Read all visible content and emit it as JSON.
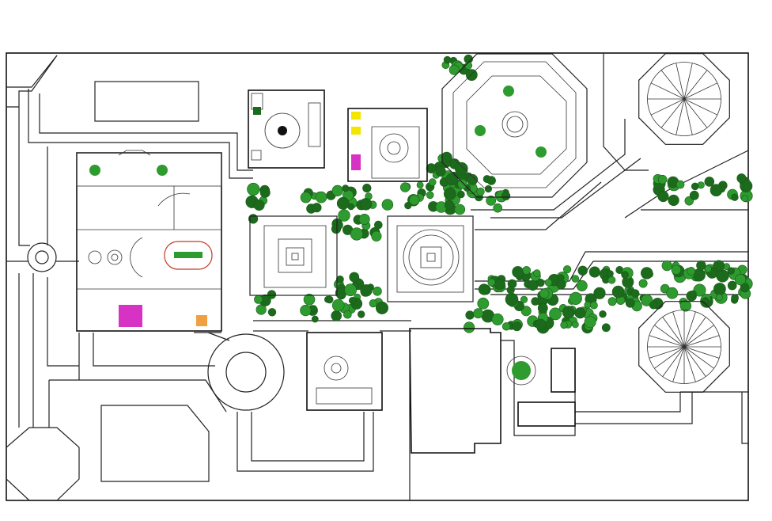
{
  "colors": {
    "background": "#ffffff",
    "line": "#222222",
    "vegetation": "#2e9b2e",
    "vegetation_dark": "#1c6a1c",
    "furniture_red": "#c0392b",
    "fixture_magenta": "#d633c4",
    "fixture_yellow": "#f2e600",
    "accent_orange": "#f0a040"
  },
  "elements": {
    "site_boundary": "site-boundary",
    "planting": "landscape-planting",
    "restaurant": "restaurant-block",
    "kitchen": "kitchen-block",
    "service": "service-block",
    "pavilion": "pavilion",
    "hall": "hall",
    "toilets": "toilet-block",
    "octagon_ne": "octagon-garden",
    "gazebo_nw": "gazebo-north",
    "gazebo_se": "gazebo-south",
    "roundabouts": "traffic-circles"
  }
}
